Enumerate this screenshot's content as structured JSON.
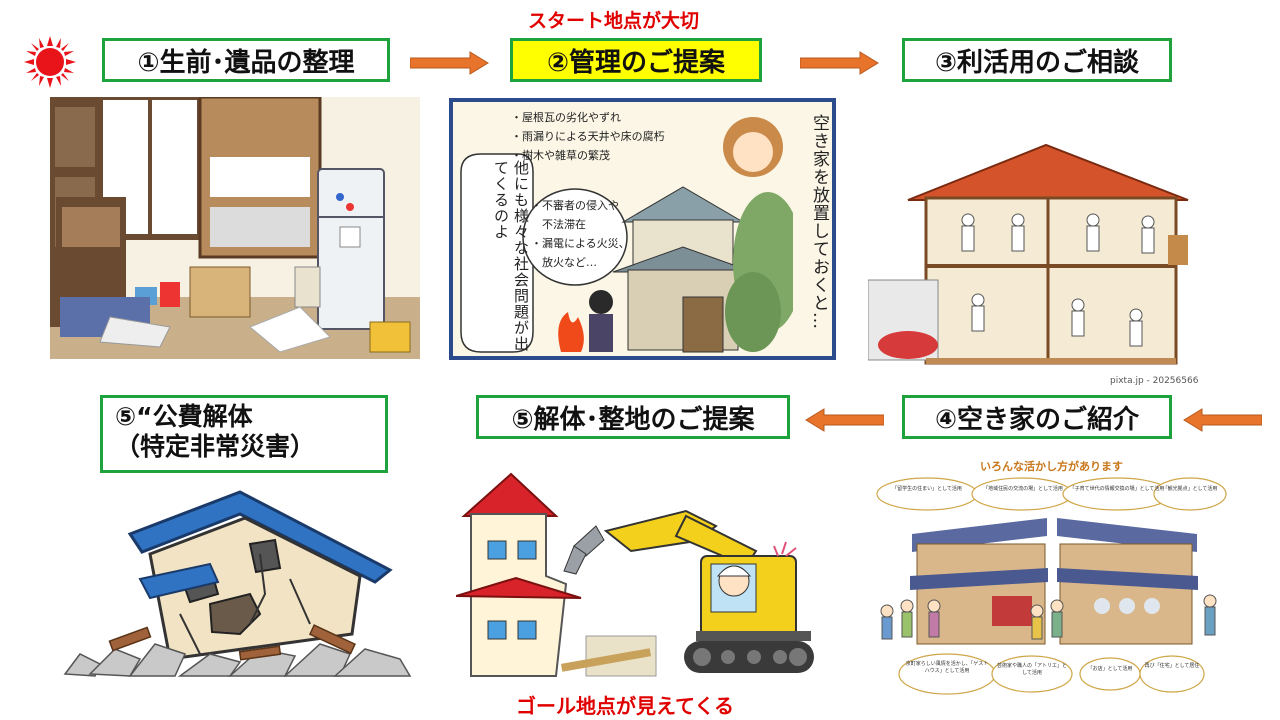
{
  "notes": {
    "start": "スタート地点が大切",
    "goal": "ゴール地点が見えてくる"
  },
  "steps": {
    "s1": "①生前･遺品の整理",
    "s2": "②管理のご提案",
    "s3": "③利活用のご相談",
    "s4": "④空き家のご紹介",
    "s5b": "⑤解体･整地のご提案",
    "s5a_line1": "⑤“公費解体",
    "s5a_line2": "（特定非常災害）"
  },
  "manga": {
    "vertical_right": "空き家を放置しておくと…",
    "vertical_left": "他にも様々な社会問題が出てくるのよ",
    "bullets_top": [
      "・屋根瓦の劣化やずれ",
      "・雨漏りによる天井や床の腐朽",
      "・樹木や雑草の繁茂"
    ],
    "bullets_mid": [
      "・不審者の侵入や",
      "　不法滞在",
      "・漏電による火災、",
      "　放火など…"
    ]
  },
  "credit": "pixta.jp - 20256566",
  "house_use": {
    "title": "いろんな活かし方があります",
    "bubbles_top": [
      "「留学生の住まい」として活用",
      "「地域住民の交流の場」として活用",
      "「子育て世代の情報交換の場」として活用",
      "「観光拠点」として活用"
    ],
    "bubbles_bottom": [
      "京町家らしい風情を活かし、「ゲストハウス」として活用",
      "芸術家や職人の「アトリエ」として活用",
      "「お店」として活用",
      "再び「住宅」として居住"
    ]
  },
  "colors": {
    "box_border": "#1ea33c",
    "highlight": "#ffff00",
    "arrow": "#e8732a",
    "note_red": "#e00000",
    "manga_border": "#2b4b8c"
  },
  "icons": [
    "sun-icon",
    "right-arrow-icon",
    "left-arrow-icon"
  ]
}
